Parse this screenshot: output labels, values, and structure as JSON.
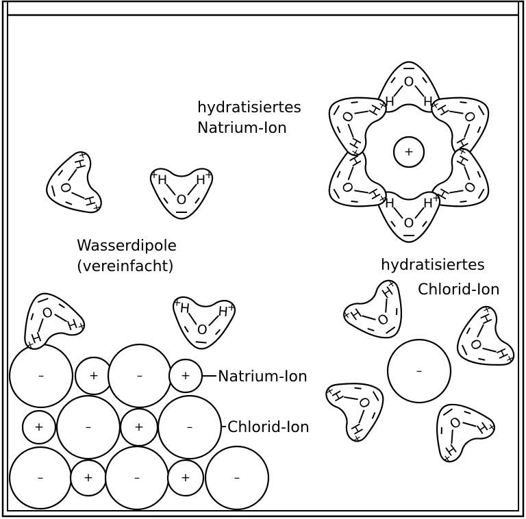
{
  "labels": {
    "hydrated_sodium_line1": "hydratisiertes",
    "hydrated_sodium_line2": "Natrium-Ion",
    "dipole_line1": "Wasserdipole",
    "dipole_line2": "(vereinfacht)",
    "hydrated_chloride_line1": "hydratisiertes",
    "hydrated_chloride_line2": "Chlorid-Ion",
    "sodium_ion": "Natrium-Ion",
    "chloride_ion": "Chlorid-Ion"
  },
  "symbols": {
    "plus": "+",
    "minus": "–",
    "oxygen": "O",
    "hydrogen": "H"
  }
}
